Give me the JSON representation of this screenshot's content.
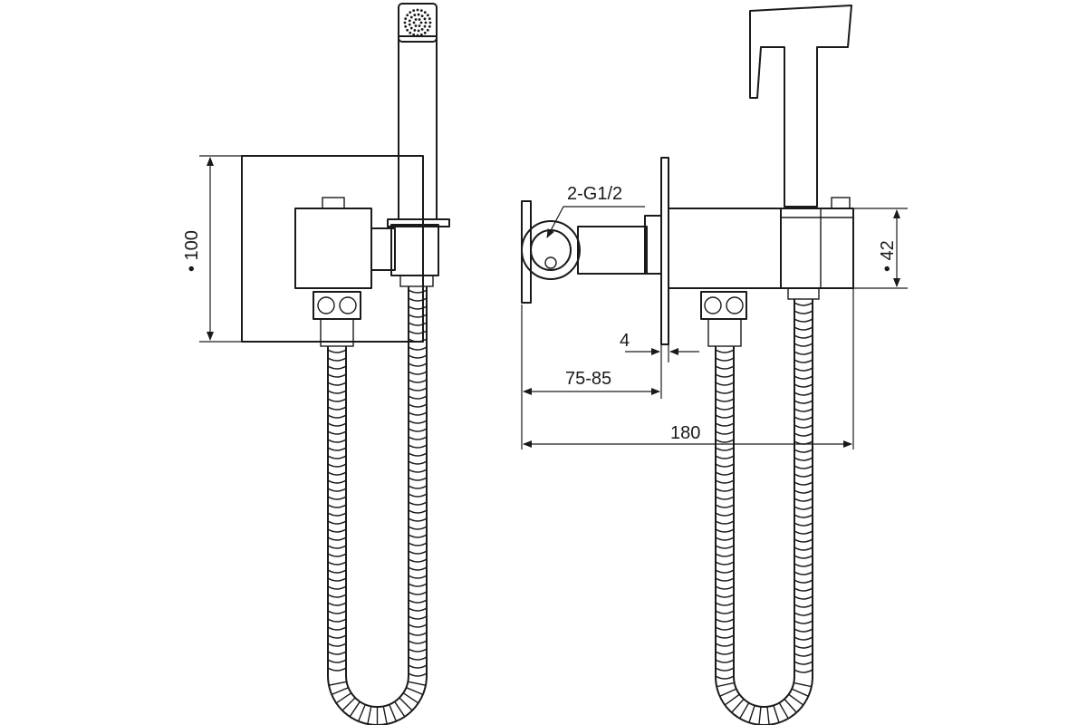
{
  "dimensions": {
    "height_front": "• 100",
    "connection": "2-G1/2",
    "plate_thickness": "4",
    "wall_depth": "75-85",
    "total_depth": "180",
    "body_height": "• 42"
  },
  "colors": {
    "line": "#1a1a1a",
    "background": "#ffffff"
  }
}
